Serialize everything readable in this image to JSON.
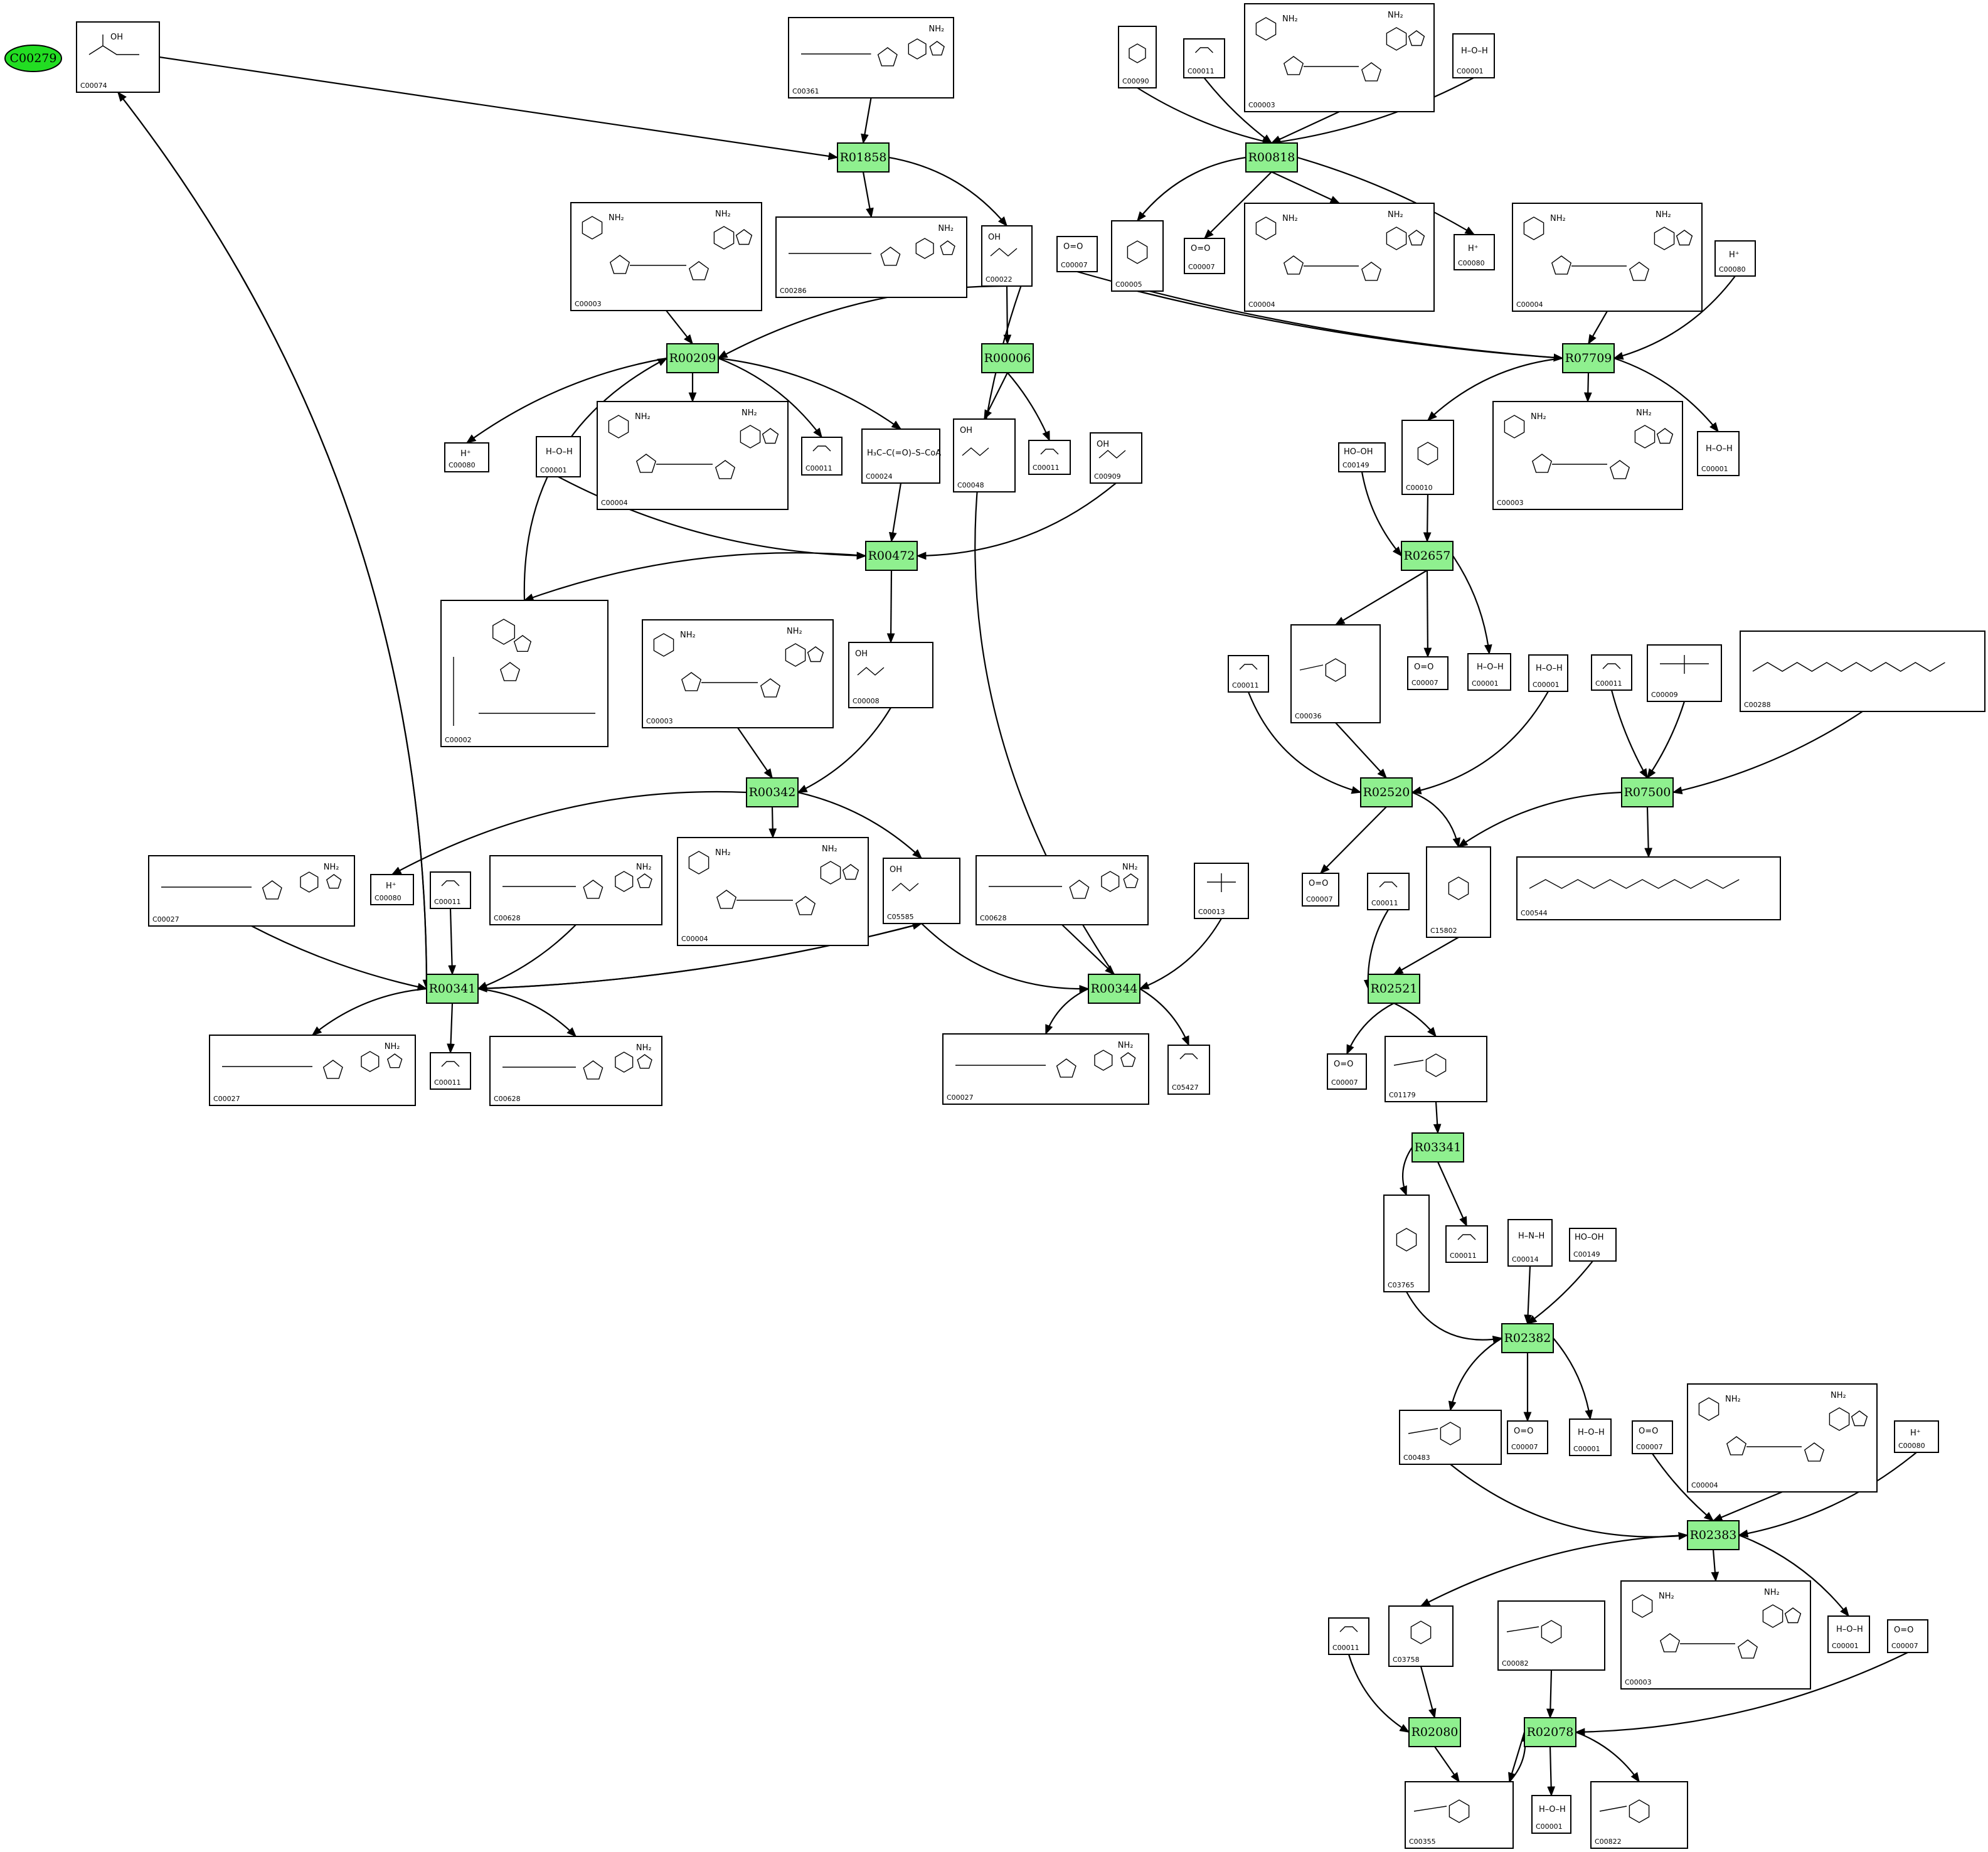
{
  "start_node": "C00279",
  "compound_ids": [
    "C00074",
    "C00361",
    "C00090",
    "C00011",
    "C00003",
    "C00001",
    "C00286",
    "C00022",
    "C00007",
    "C00005",
    "C00004",
    "C00080",
    "C00024",
    "C00048",
    "C00909",
    "C00010",
    "C00149",
    "C00002",
    "C00008",
    "C00036",
    "C00009",
    "C00288",
    "C00027",
    "C00628",
    "C05585",
    "C00013",
    "C15802",
    "C00544",
    "C05427",
    "C01179",
    "C03765",
    "C00014",
    "C00483",
    "C03758",
    "C00082",
    "C00355",
    "C00822"
  ],
  "reaction_ids": [
    "R01858",
    "R00818",
    "R00209",
    "R00006",
    "R07709",
    "R00472",
    "R02657",
    "R00342",
    "R02520",
    "R07500",
    "R00341",
    "R00344",
    "R02521",
    "R03341",
    "R02382",
    "R02383",
    "R02080",
    "R02078"
  ],
  "formula_labels": {
    "hydrogen_ion": "H⁺",
    "oxygen": "O=O",
    "water": "H–O–H",
    "hydrogen_peroxide": "HO–OH",
    "acetyl_coa": "H₃C–C(=O)–S–CoA",
    "ammonia": "H–N–H",
    "amine": "NH₂",
    "hydroxyl": "OH"
  }
}
